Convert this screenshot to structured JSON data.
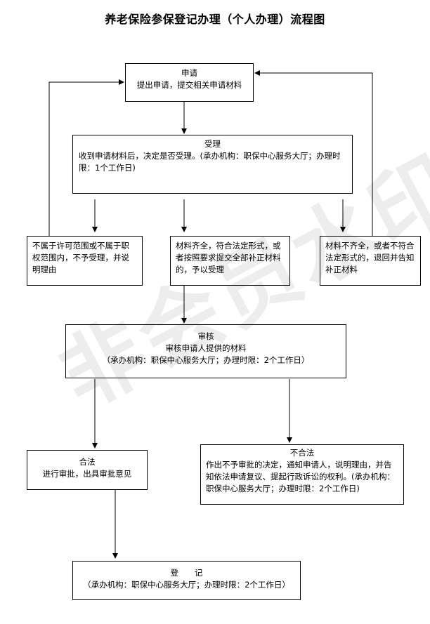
{
  "title": "养老保险参保登记办理（个人办理）流程图",
  "watermark": "非会员水印",
  "nodes": {
    "apply": {
      "heading": "申请",
      "body": "提出申请，提交相关申请材料"
    },
    "accept": {
      "heading": "受理",
      "body": "收到申请材料后，决定是否受理。(承办机构：职保中心服务大厅；办理时限：1个工作日)"
    },
    "reject": {
      "body": "不属于许可范围或不属于职权范围内，不予受理，并说明理由"
    },
    "complete": {
      "body": "材料齐全，符合法定形式，或者按照要求提交全部补正材料的，予以受理"
    },
    "incomplete": {
      "body": "材料不齐全，或者不符合法定形式的，退回并告知补正材料"
    },
    "review": {
      "heading": "审核",
      "body": "审核申请人提供的材料",
      "note": "（承办机构：职保中心服务大厅；办理时限：2个工作日）"
    },
    "legal": {
      "heading": "合法",
      "body": "进行审批，出具审批意见"
    },
    "illegal": {
      "heading": "不合法",
      "body": "作出不予审批的决定，通知申请人，说明理由，并告知依法申请复议、提起行政诉讼的权利。(承办机构：职保中心服务大厅；办理时限：2个工作日)"
    },
    "register": {
      "heading": "登　　记",
      "body": "（承办机构：职保中心服务大厅；办理时限：2个工作日）"
    }
  }
}
